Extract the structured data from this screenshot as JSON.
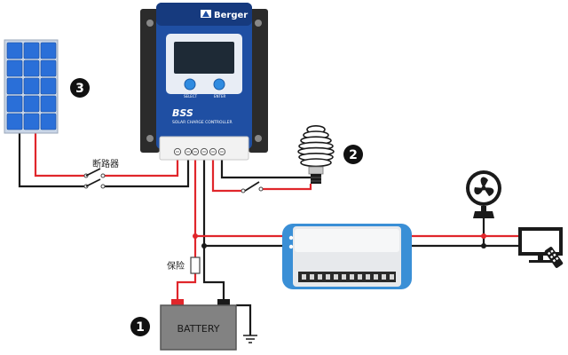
{
  "controller": {
    "brand": "Berger",
    "buttons": [
      "SELECT",
      "ENTER"
    ],
    "model": "BSS",
    "subtitle": "SOLAR CHARGE CONTROLLER"
  },
  "labels": {
    "breaker": "断路器",
    "fuse": "保险",
    "battery": "BATTERY"
  },
  "markers": [
    "1",
    "2",
    "3"
  ],
  "icons": [
    "solar-panel-icon",
    "light-bulb-icon",
    "fan-icon",
    "tv-icon",
    "inverter-icon",
    "ground-icon"
  ],
  "colors": {
    "positive_wire": "#e0262b",
    "negative_wire": "#1a1a1a",
    "controller_blue": "#1f4fa3",
    "panel_blue": "#2a6fd8",
    "inverter_blue": "#3a8fd6"
  }
}
